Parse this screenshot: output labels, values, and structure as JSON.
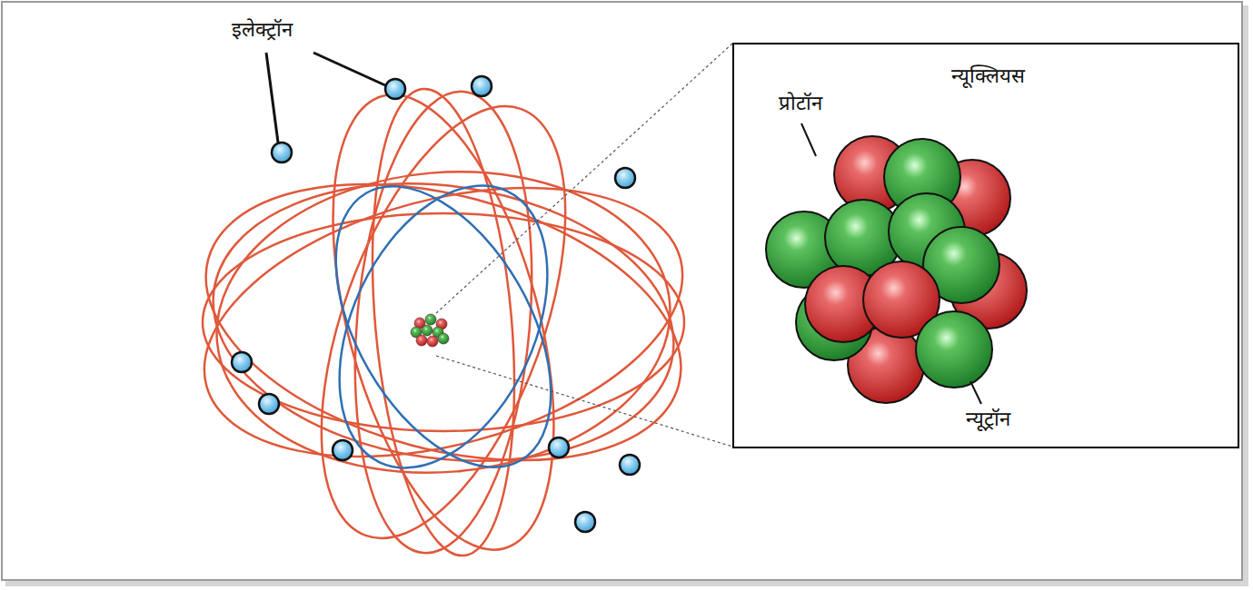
{
  "diagram": {
    "nodes": [
      {
        "text": [
          "न्यूक्लियस",
          "प्रोटॉन",
          "न्यूट्रॉन"
        ]
      }
    ],
    "labels": [
      "इलेक्ट्रॉन"
    ]
  }
}
